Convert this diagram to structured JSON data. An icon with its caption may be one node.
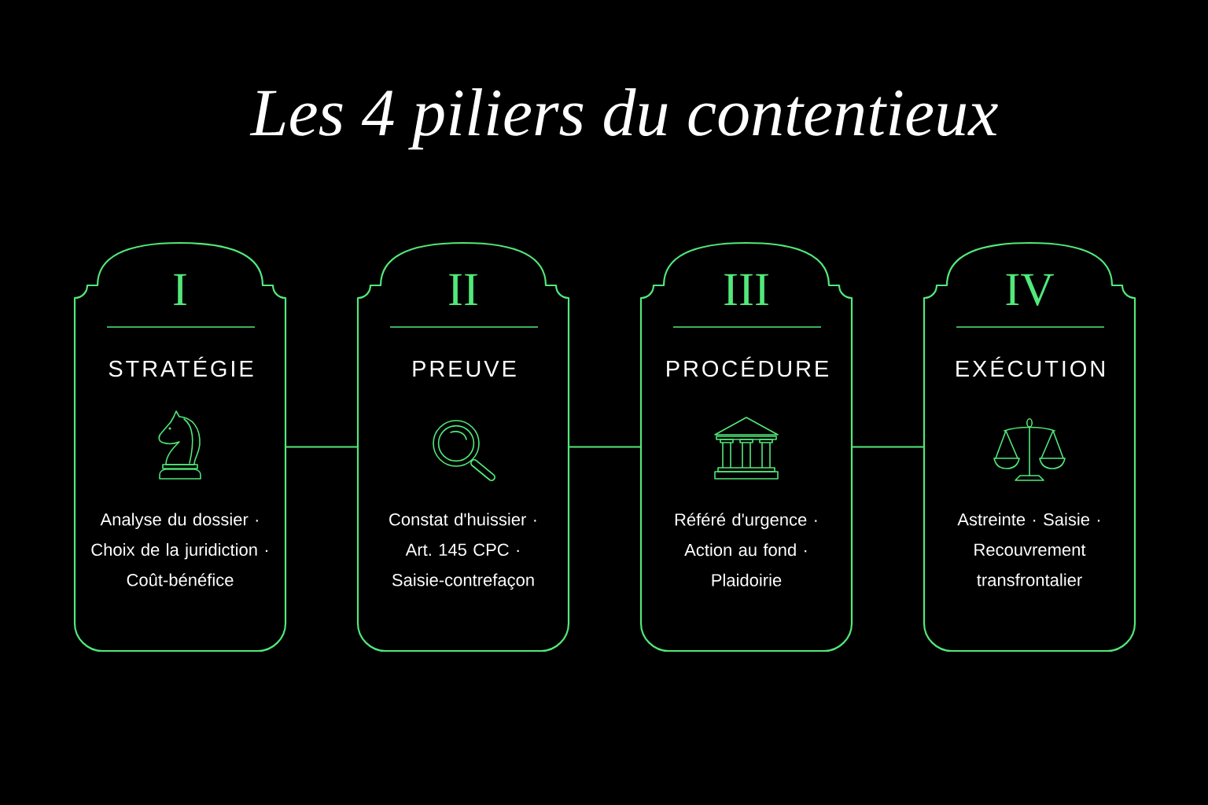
{
  "diagram": {
    "title": "Les 4 piliers du contentieux",
    "nodes": [
      {
        "text": [
          "I",
          "STRATÉGIE",
          "Analyse du dossier · Choix de la juridiction · Coût-bénéfice"
        ]
      },
      {
        "text": [
          "II",
          "PREUVE",
          "Constat d'huissier · Art. 145 CPC · Saisie-contrefaçon"
        ]
      },
      {
        "text": [
          "III",
          "PROCÉDURE",
          "Référé d'urgence · Action au fond · Plaidoirie"
        ]
      },
      {
        "text": [
          "IV",
          "EXÉCUTION",
          "Astreinte · Saisie · Recouvrement transfrontalier"
        ]
      }
    ],
    "edges": [
      {
        "from": 0,
        "to": 1,
        "arrow": "none"
      },
      {
        "from": 1,
        "to": 2,
        "arrow": "none"
      },
      {
        "from": 2,
        "to": 3,
        "arrow": "none"
      }
    ]
  }
}
